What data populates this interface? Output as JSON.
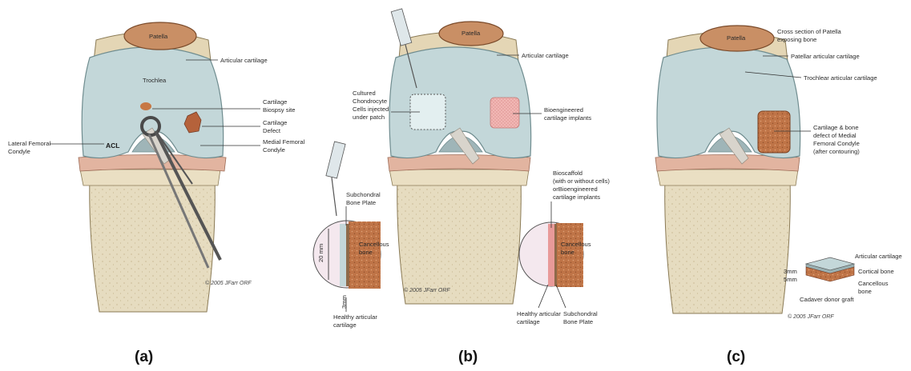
{
  "colors": {
    "cartilage": "#c3d7d9",
    "bone": "#e6dcc0",
    "patella_bone": "#c98f65",
    "meniscus": "#e2b4a0",
    "defect": "#b5623b",
    "implant": "#f1b7b4",
    "cancellous": "#bf7447"
  },
  "panels": [
    {
      "id": "a",
      "label": "(a)"
    },
    {
      "id": "b",
      "label": "(b)"
    },
    {
      "id": "c",
      "label": "(c)"
    }
  ],
  "copyright": "© 2005 JFarr ORF",
  "panel_a": {
    "patella": "Patella",
    "articular_cartilage": "Articular cartilage",
    "trochlea": "Trochlea",
    "acl": "ACL",
    "biopsy_site_1": "Cartilage",
    "biopsy_site_2": "Biospsy site",
    "defect_1": "Cartilage",
    "defect_2": "Defect",
    "medial_1": "Medial Femoral",
    "medial_2": "Condyle",
    "lateral_1": "Lateral Femoral",
    "lateral_2": "Condyle"
  },
  "panel_b": {
    "patella": "Patella",
    "articular_cartilage": "Articular cartilage",
    "cultured_1": "Cultured",
    "cultured_2": "Chondrocyte",
    "cultured_3": "Cells injected",
    "cultured_4": "under patch",
    "bioeng_1": "Bioengineered",
    "bioeng_2": "cartilage implants",
    "subchondral_1": "Subchondral",
    "subchondral_2": "Bone Plate",
    "cancellous_1": "Cancellous",
    "cancellous_2": "bone",
    "depth": "20 mm",
    "thickness": "3mm",
    "healthy_1": "Healthy articular",
    "healthy_2": "cartilage",
    "bioscaffold_1": "Bioscaffold",
    "bioscaffold_2": "(with or without cells)",
    "bioscaffold_3": "orBioengineered",
    "bioscaffold_4": "cartilage implants",
    "cancellous2_1": "Cancellous",
    "cancellous2_2": "bone",
    "healthy2_1": "Healthy articular",
    "healthy2_2": "cartilage",
    "subchondral2_1": "Subchondral",
    "subchondral2_2": "Bone Plate"
  },
  "panel_c": {
    "patella": "Patella",
    "cross_1": "Cross section of Patella",
    "cross_2": "exposing bone",
    "patellar_cart": "Patellar articular cartilage",
    "trochlear_cart": "Trochlear articular cartilage",
    "defect_1": "Cartilage & bone",
    "defect_2": "defect of Medial",
    "defect_3": "Femoral Condyle",
    "defect_4": "(after contouring)",
    "graft_artic": "Articular cartilage",
    "graft_cortical": "Cortical bone",
    "graft_canc_1": "Cancellous",
    "graft_canc_2": "bone",
    "graft_3mm": "3mm",
    "graft_5mm": "5mm",
    "graft_label": "Cadaver donor graft"
  }
}
